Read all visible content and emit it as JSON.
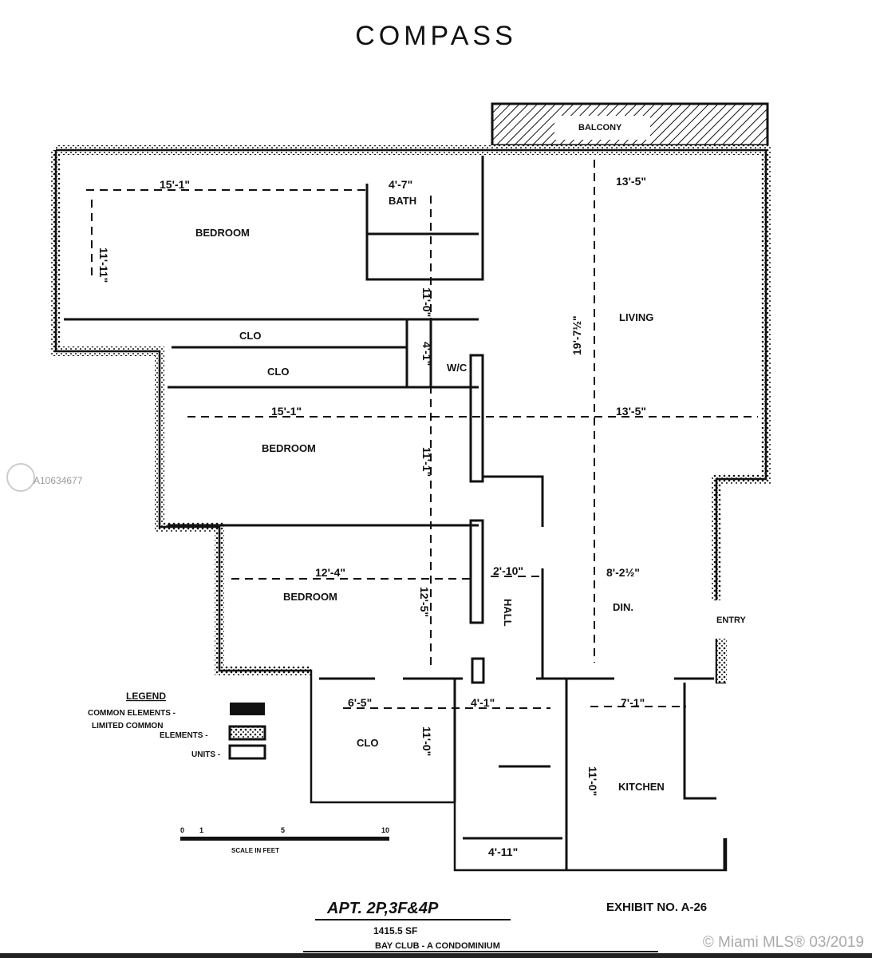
{
  "brand": "COMPASS",
  "watermark_id": "A10634677",
  "copyright": "© Miami MLS® 03/2019",
  "rooms": {
    "bedroom1": "BEDROOM",
    "bath": "BATH",
    "living": "LIVING",
    "clo1": "CLO",
    "clo2": "CLO",
    "wc": "W/C",
    "bedroom2": "BEDROOM",
    "bedroom3": "BEDROOM",
    "hall": "HALL",
    "dining": "DIN.",
    "entry": "ENTRY",
    "clo3": "CLO",
    "kitchen": "KITCHEN",
    "balcony": "BALCONY"
  },
  "dims": {
    "bed1_w": "15'-1\"",
    "bed1_h": "11'-11\"",
    "bath_w": "4'-7\"",
    "living_w": "13'-5\"",
    "bath_h": "11'-0\"",
    "wc_h": "4'-1\"",
    "living_h": "19'-7½\"",
    "bed2_w": "15'-1\"",
    "living_w2": "13'-5\"",
    "bed2_h": "11'-1\"",
    "bed3_w": "12'-4\"",
    "bed3_h": "12'-5\"",
    "hall_w": "2'-10\"",
    "din_w": "8'-2½\"",
    "clo3_w": "6'-5\"",
    "bath2_w": "4'-1\"",
    "kitchen_w": "7'-1\"",
    "clo3_h": "11'-0\"",
    "kitchen_h": "11'-0\"",
    "laundry_w": "4'-11\""
  },
  "legend": {
    "title": "LEGEND",
    "common": "COMMON ELEMENTS -",
    "limited_1": "LIMITED COMMON",
    "limited_2": "ELEMENTS -",
    "units": "UNITS -"
  },
  "scale": {
    "ticks": [
      "0",
      "1",
      "5",
      "10"
    ],
    "label": "SCALE IN FEET"
  },
  "title_block": {
    "apt": "APT. 2P,3F&4P",
    "area": "1415.5 SF",
    "exhibit": "EXHIBIT NO. A-26",
    "building": "BAY CLUB - A CONDOMINIUM"
  }
}
